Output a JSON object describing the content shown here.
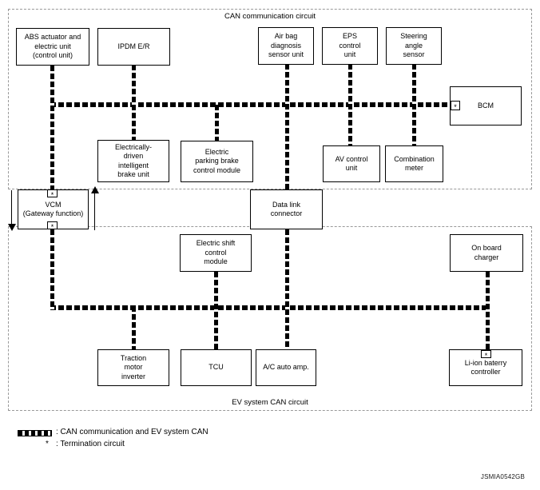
{
  "regions": {
    "can": {
      "title": "CAN communication circuit"
    },
    "ev": {
      "title": "EV system CAN circuit"
    }
  },
  "nodes": {
    "abs": {
      "label": "ABS actuator and\nelectric unit\n(control unit)"
    },
    "ipdm": {
      "label": "IPDM E/R"
    },
    "airbag": {
      "label": "Air bag\ndiagnosis\nsensor unit"
    },
    "eps": {
      "label": "EPS\ncontrol\nunit"
    },
    "steering": {
      "label": "Steering\nangle\nsensor"
    },
    "bcm": {
      "label": "BCM"
    },
    "edib": {
      "label": "Electrically-\ndriven\nintelligent\nbrake unit"
    },
    "epb": {
      "label": "Electric\nparking brake\ncontrol module"
    },
    "av": {
      "label": "AV control\nunit"
    },
    "combo": {
      "label": "Combination\nmeter"
    },
    "vcm": {
      "label": "VCM\n(Gateway function)"
    },
    "dlc": {
      "label": "Data link\nconnector"
    },
    "shift": {
      "label": "Electric shift\ncontrol\nmodule"
    },
    "obc": {
      "label": "On board\ncharger"
    },
    "traction": {
      "label": "Traction\nmotor\ninverter"
    },
    "tcu": {
      "label": "TCU"
    },
    "ac": {
      "label": "A/C auto amp."
    },
    "libat": {
      "label": "Li-ion baterry\ncontroller"
    }
  },
  "legend": {
    "bus_label": ": CAN communication and EV system CAN",
    "termination_symbol": "*",
    "termination_label": ": Termination circuit"
  },
  "watermark": "JSMIA0542GB",
  "colors": {
    "bus": "#000000",
    "box_border": "#000000",
    "region_border": "#999999",
    "text": "#000000",
    "background": "#ffffff"
  }
}
